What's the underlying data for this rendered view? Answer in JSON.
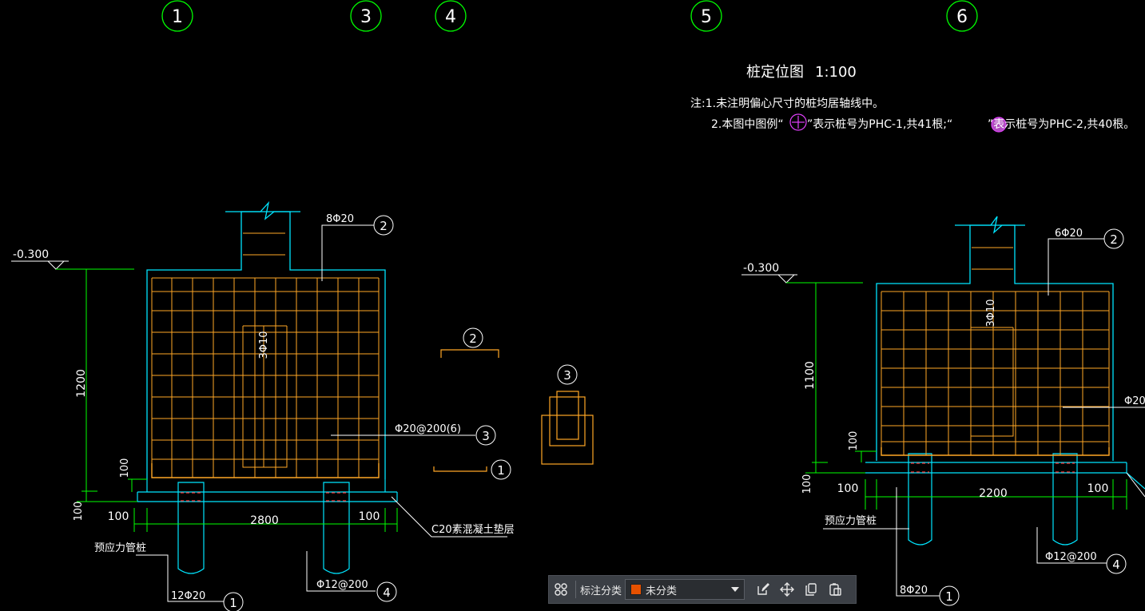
{
  "colors": {
    "background": "#000000",
    "axis_circle": "#00ff00",
    "concrete_outline": "#00e5ff",
    "rebar": "#ffa726",
    "dimension": "#00ff00",
    "text": "#ffffff",
    "pile_centre": "#ff3333",
    "legend_marker": "#e040fb",
    "category_swatch": "#e65100"
  },
  "axis_labels": [
    "1",
    "3",
    "4",
    "5",
    "6"
  ],
  "plan_title": "桩定位图",
  "plan_scale": "1:100",
  "notes": {
    "line1": "注:1.未注明偏心尺寸的桩均居轴线中。",
    "line2_start": "2.本图中图例“",
    "line2_middle": "”表示桩号为PHC-1,共41根;“",
    "line2_end": "”表示桩号为PHC-2,共40根。"
  },
  "left_detail": {
    "elevation": "-0.300",
    "height_dim": "1200",
    "cushion_dim": "100",
    "bottom_dim": "100",
    "edge_dim_left": "100",
    "width_dim": "2800",
    "edge_dim_right": "100",
    "rebar_top": "8Φ20",
    "stirrup": "3Φ10",
    "mesh": "Φ20@200(6)",
    "cushion_note": "C20素混凝土垫层",
    "pile_label": "预应力管桩",
    "rebar_bottom": "12Φ20",
    "pile_spiral": "Φ12@200"
  },
  "bar_shapes": {
    "marker_2": "2",
    "marker_3": "3",
    "marker_1": "1"
  },
  "markers": {
    "m1": "1",
    "m2": "2",
    "m3": "3",
    "m4": "4"
  },
  "right_detail": {
    "elevation": "-0.300",
    "height_dim": "1100",
    "cushion_dim": "100",
    "bottom_dim": "100",
    "edge_dim_left": "100",
    "width_dim": "2200",
    "edge_dim_right": "100",
    "rebar_top": "6Φ20",
    "stirrup": "3Φ10",
    "mesh_partial": "Φ20",
    "pile_label": "预应力管桩",
    "rebar_bottom": "8Φ20",
    "pile_spiral": "Φ12@200"
  },
  "toolbar": {
    "category_label": "标注分类",
    "category_value": "未分类",
    "icons": [
      "grid-icon",
      "edit-icon",
      "move-icon",
      "copy-icon",
      "paste-icon"
    ]
  }
}
